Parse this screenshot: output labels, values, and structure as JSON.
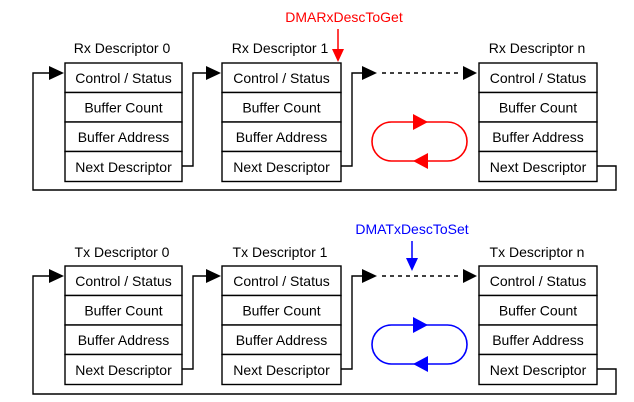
{
  "colors": {
    "rx_pointer": "#ff0000",
    "tx_pointer": "#0000ff",
    "line": "#000000"
  },
  "fields": [
    "Control / Status",
    "Buffer Count",
    "Buffer Address",
    "Next Descriptor"
  ],
  "rx": {
    "titles": [
      "Rx Descriptor 0",
      "Rx Descriptor 1",
      "Rx Descriptor n"
    ],
    "pointer": "DMARxDescToGet"
  },
  "tx": {
    "titles": [
      "Tx Descriptor 0",
      "Tx Descriptor 1",
      "Tx Descriptor n"
    ],
    "pointer": "DMATxDescToSet"
  }
}
